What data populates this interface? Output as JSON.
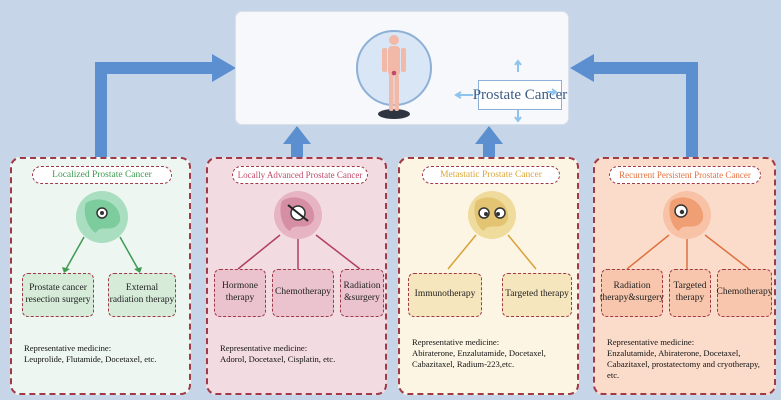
{
  "diagram": {
    "center_label": "Prostate Cancer",
    "panels": [
      {
        "title": "Localized Prostate Cancer",
        "treatments": [
          "Prostate cancer resection surgery",
          "External radiation therapy"
        ],
        "medicine_heading": "Representative medicine:",
        "medicine_list": "Leuprolide, Flutamide, Docetaxel, etc.",
        "colors": {
          "bg": "#edf6f0",
          "box": "#d6ecd9",
          "title_text": "#3f9a52",
          "arrow": "#3f9a52"
        }
      },
      {
        "title": "Locally Advanced Prostate Cancer",
        "treatments": [
          "Hormone therapy",
          "Chemotherapy",
          "Radiation &surgery"
        ],
        "medicine_heading": "Representative medicine:",
        "medicine_list": "Adorol, Docetaxel, Cisplatin, etc.",
        "colors": {
          "bg": "#f3dbe2",
          "box": "#ebc3cf",
          "title_text": "#c04a6a",
          "arrow": "#b0405e"
        }
      },
      {
        "title": "Metastatic Prostate Cancer",
        "treatments": [
          "Immunotherapy",
          "Targeted therapy"
        ],
        "medicine_heading": "Representative medicine:",
        "medicine_list": "Abiraterone, Enzalutamide, Docetaxel, Cabazitaxel, Radium-223,etc.",
        "colors": {
          "bg": "#fcf5e3",
          "box": "#f6e6bd",
          "title_text": "#d9a73a",
          "arrow": "#d8a13a"
        }
      },
      {
        "title": "Recurrent Persistent Prostate Cancer",
        "treatments": [
          "Radiation therapy&surgery",
          "Targeted therapy",
          "Chemotherapy"
        ],
        "medicine_heading": "Representative medicine:",
        "medicine_list": "Enzalutamide, Abiraterone, Docetaxel, Cabazitaxel, prostatectomy and cryotherapy, etc.",
        "colors": {
          "bg": "#fbdccb",
          "box": "#f7c6ad",
          "title_text": "#e0713f",
          "arrow": "#e0713f"
        }
      }
    ],
    "colors": {
      "background": "#c6d6e8",
      "arrow": "#5b8fd0",
      "border": "#a03a48"
    }
  }
}
